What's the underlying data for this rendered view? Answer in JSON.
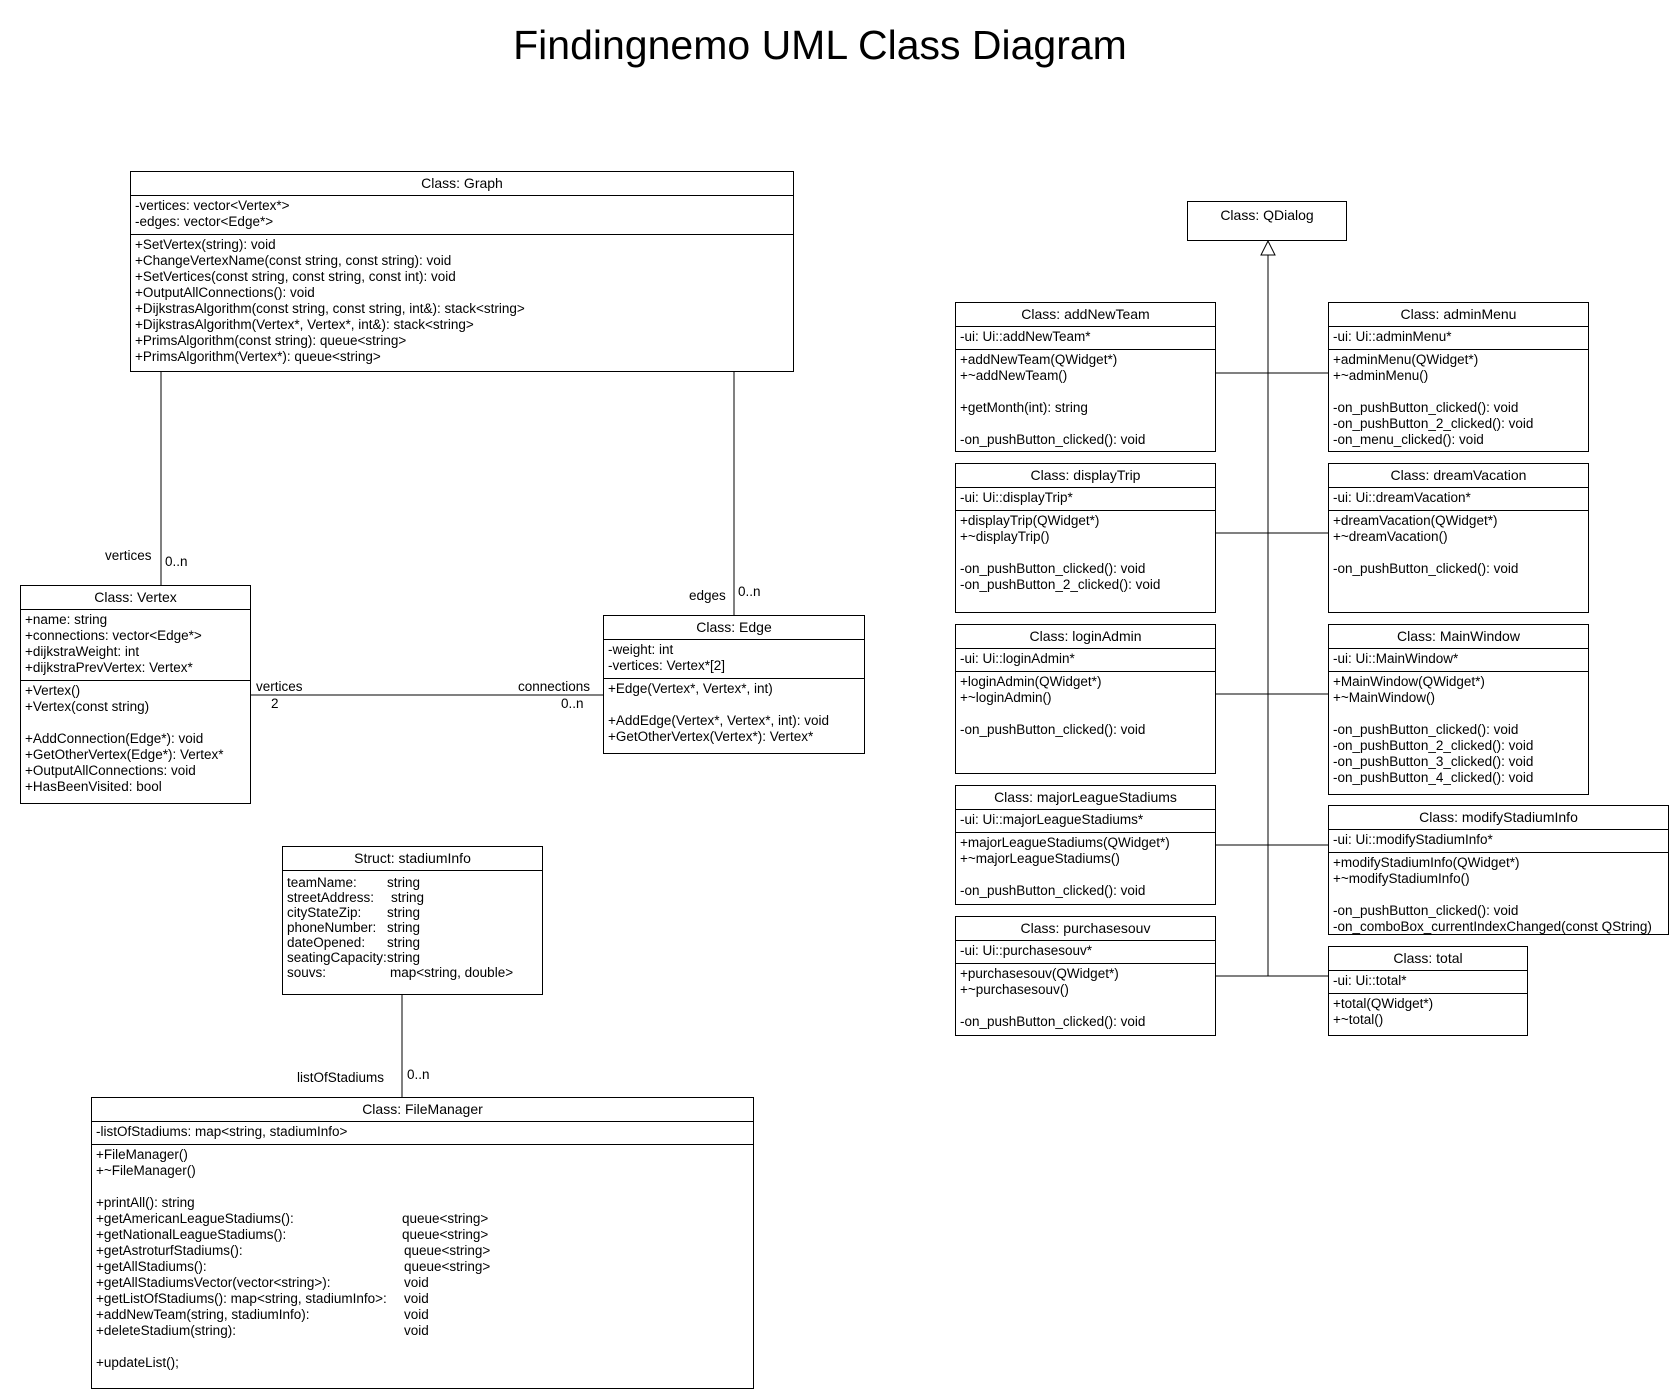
{
  "title": "Findingnemo UML Class Diagram",
  "classes": {
    "graph": {
      "header": "Class: Graph",
      "attributes": [
        "-vertices: vector<Vertex*>",
        "-edges: vector<Edge*>"
      ],
      "methods": [
        "+SetVertex(string): void",
        "+ChangeVertexName(const string, const string): void",
        "+SetVertices(const string, const string, const int): void",
        "+OutputAllConnections(): void",
        "+DijkstrasAlgorithm(const string, const string, int&): stack<string>",
        "+DijkstrasAlgorithm(Vertex*, Vertex*, int&): stack<string>",
        "+PrimsAlgorithm(const string): queue<string>",
        "+PrimsAlgorithm(Vertex*): queue<string>"
      ]
    },
    "vertex": {
      "header": "Class: Vertex",
      "attributes": [
        "+name: string",
        "+connections: vector<Edge*>",
        "+dijkstraWeight: int",
        "+dijkstraPrevVertex: Vertex*"
      ],
      "methods": [
        "+Vertex()",
        "+Vertex(const string)",
        "",
        "+AddConnection(Edge*): void",
        "+GetOtherVertex(Edge*): Vertex*",
        "+OutputAllConnections: void",
        "+HasBeenVisited: bool"
      ]
    },
    "edge": {
      "header": "Class: Edge",
      "attributes": [
        "-weight: int",
        "-vertices: Vertex*[2]"
      ],
      "methods": [
        "+Edge(Vertex*, Vertex*, int)",
        "",
        "+AddEdge(Vertex*, Vertex*, int): void",
        "+GetOtherVertex(Vertex*): Vertex*"
      ]
    },
    "stadium_info": {
      "header": "Struct: stadiumInfo",
      "fields": [
        {
          "name": "teamName:",
          "type": "string"
        },
        {
          "name": "streetAddress:",
          "type": "string"
        },
        {
          "name": "cityStateZip:",
          "type": "string"
        },
        {
          "name": "phoneNumber:",
          "type": "string"
        },
        {
          "name": "dateOpened:",
          "type": "string"
        },
        {
          "name": "seatingCapacity:",
          "type": "string"
        },
        {
          "name": "souvs:",
          "type": "map<string, double>"
        }
      ]
    },
    "file_manager": {
      "header": "Class: FileManager",
      "attributes": [
        "-listOfStadiums: map<string, stadiumInfo>"
      ],
      "methods_top": [
        "+FileManager()",
        "+~FileManager()",
        ""
      ],
      "methods": [
        {
          "name": "+printAll(): string",
          "ret": ""
        },
        {
          "name": "+getAmericanLeagueStadiums():",
          "ret": "queue<string>"
        },
        {
          "name": "+getNationalLeagueStadiums():",
          "ret": "queue<string>"
        },
        {
          "name": "+getAstroturfStadiums():",
          "ret": "queue<string>"
        },
        {
          "name": "+getAllStadiums():",
          "ret": "queue<string>"
        },
        {
          "name": "+getAllStadiumsVector(vector<string>):",
          "ret": "void"
        },
        {
          "name": "+getListOfStadiums(): map<string, stadiumInfo>:",
          "ret": "void"
        },
        {
          "name": "+addNewTeam(string, stadiumInfo):",
          "ret": "void"
        },
        {
          "name": "+deleteStadium(string):",
          "ret": "void"
        }
      ],
      "methods_bottom": [
        "",
        "+updateList();"
      ]
    },
    "qdialog": {
      "header": "Class: QDialog"
    },
    "add_new_team": {
      "header": "Class: addNewTeam",
      "attributes": [
        "-ui: Ui::addNewTeam*"
      ],
      "methods": [
        "+addNewTeam(QWidget*)",
        "+~addNewTeam()",
        "",
        "+getMonth(int): string",
        "",
        "-on_pushButton_clicked(): void"
      ]
    },
    "admin_menu": {
      "header": "Class: adminMenu",
      "attributes": [
        "-ui: Ui::adminMenu*"
      ],
      "methods": [
        "+adminMenu(QWidget*)",
        "+~adminMenu()",
        "",
        "-on_pushButton_clicked(): void",
        "-on_pushButton_2_clicked(): void",
        "-on_menu_clicked(): void"
      ]
    },
    "display_trip": {
      "header": "Class: displayTrip",
      "attributes": [
        "-ui: Ui::displayTrip*"
      ],
      "methods": [
        "+displayTrip(QWidget*)",
        "+~displayTrip()",
        "",
        "-on_pushButton_clicked(): void",
        "-on_pushButton_2_clicked(): void"
      ]
    },
    "dream_vacation": {
      "header": "Class: dreamVacation",
      "attributes": [
        "-ui: Ui::dreamVacation*"
      ],
      "methods": [
        "+dreamVacation(QWidget*)",
        "+~dreamVacation()",
        "",
        "-on_pushButton_clicked(): void"
      ]
    },
    "login_admin": {
      "header": "Class: loginAdmin",
      "attributes": [
        "-ui: Ui::loginAdmin*"
      ],
      "methods": [
        "+loginAdmin(QWidget*)",
        "+~loginAdmin()",
        "",
        "-on_pushButton_clicked(): void"
      ]
    },
    "main_window": {
      "header": "Class: MainWindow",
      "attributes": [
        "-ui: Ui::MainWindow*"
      ],
      "methods": [
        "+MainWindow(QWidget*)",
        "+~MainWindow()",
        "",
        "-on_pushButton_clicked(): void",
        "-on_pushButton_2_clicked(): void",
        "-on_pushButton_3_clicked(): void",
        "-on_pushButton_4_clicked(): void"
      ]
    },
    "major_league_stadiums": {
      "header": "Class: majorLeagueStadiums",
      "attributes": [
        "-ui: Ui::majorLeagueStadiums*"
      ],
      "methods": [
        "+majorLeagueStadiums(QWidget*)",
        "+~majorLeagueStadiums()",
        "",
        "-on_pushButton_clicked(): void"
      ]
    },
    "modify_stadium_info": {
      "header": "Class: modifyStadiumInfo",
      "attributes": [
        "-ui: Ui::modifyStadiumInfo*"
      ],
      "methods": [
        "+modifyStadiumInfo(QWidget*)",
        "+~modifyStadiumInfo()",
        "",
        "-on_pushButton_clicked(): void",
        "-on_comboBox_currentIndexChanged(const QString)"
      ]
    },
    "purchasesouv": {
      "header": "Class: purchasesouv",
      "attributes": [
        "-ui: Ui::purchasesouv*"
      ],
      "methods": [
        "+purchasesouv(QWidget*)",
        "+~purchasesouv()",
        "",
        "-on_pushButton_clicked(): void"
      ]
    },
    "total": {
      "header": "Class: total",
      "attributes": [
        "-ui: Ui::total*"
      ],
      "methods": [
        "+total(QWidget*)",
        "+~total()"
      ]
    }
  },
  "associations": {
    "graph_vertices": {
      "role": "vertices",
      "multiplicity": "0..n"
    },
    "graph_edges": {
      "role": "edges",
      "multiplicity": "0..n"
    },
    "vertex_end": {
      "role": "vertices",
      "multiplicity": "2"
    },
    "connections_end": {
      "role": "connections",
      "multiplicity": "0..n"
    },
    "list_of_stadiums": {
      "role": "listOfStadiums",
      "multiplicity": "0..n"
    }
  }
}
